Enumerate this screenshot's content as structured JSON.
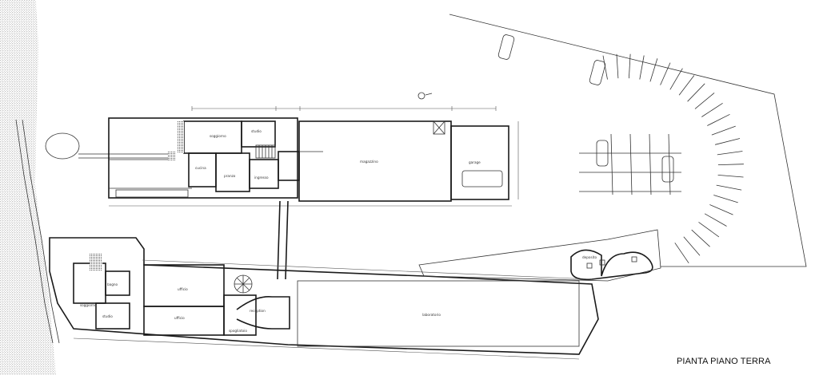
{
  "title": "PIANTA PIANO TERRA",
  "rooms": {
    "soggiorno": "soggiorno",
    "studio": "studio",
    "pranzo": "pranzo",
    "ufficio": "ufficio",
    "magazzino": "magazzino",
    "garage": "garage",
    "laboratorio": "laboratorio",
    "ingresso": "ingresso",
    "spogliatoio": "spogliatoio",
    "reception": "reception",
    "deposito": "deposito",
    "ufficio_b": "ufficio",
    "bagno": "bagno",
    "cucina": "cucina"
  }
}
